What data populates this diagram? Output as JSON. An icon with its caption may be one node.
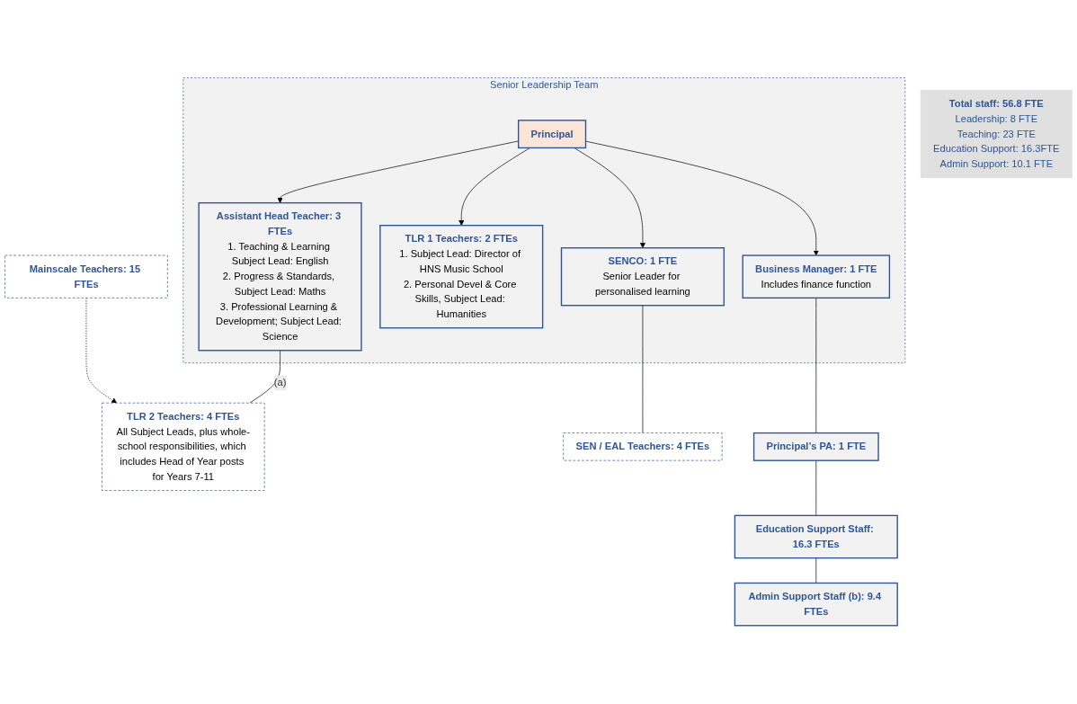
{
  "diagram": {
    "nodes": [
      {
        "text": [
          "Senior Leadership Team"
        ]
      },
      {
        "text": [
          "Principal"
        ],
        "in": 0
      },
      {
        "text": [
          "Assistant Head Teacher: 3 FTEs",
          "1. Teaching & Learning Subject Lead: English",
          "2. Progress & Standards, Subject Lead: Maths",
          "3. Professional Learning & Development; Subject Lead: Science"
        ],
        "in": 0
      },
      {
        "text": [
          "TLR 1 Teachers: 2 FTEs",
          "1. Subject Lead: Director of HNS Music School",
          "2. Personal Devel & Core Skills, Subject Lead: Humanities"
        ],
        "in": 0
      },
      {
        "text": [
          "SENCO: 1 FTE",
          "Senior Leader for personalised learning"
        ],
        "in": 0
      },
      {
        "text": [
          "Business Manager: 1 FTE",
          "Includes finance function"
        ],
        "in": 0
      },
      {
        "text": [
          "TLR 2 Teachers: 4 FTEs",
          "All Subject Leads, plus whole-school responsibilities, which includes Head of Year posts for Years 7-11"
        ]
      },
      {
        "text": [
          "Mainscale Teachers: 15 FTEs"
        ]
      },
      {
        "text": [
          "SEN / EAL Teachers: 4 FTEs"
        ]
      },
      {
        "text": [
          "Principal’s PA: 1 FTE"
        ]
      },
      {
        "text": [
          "Education Support Staff: 16.3 FTEs"
        ]
      },
      {
        "text": [
          "Admin Support Staff (b): 9.4 FTEs"
        ]
      },
      {
        "text": [
          "Total staff: 56.8 FTE",
          "Leadership: 8 FTE",
          "Teaching: 23 FTE",
          "Education Support: 16.3FTE",
          "Admin Support: 10.1 FTE"
        ]
      }
    ],
    "edges": [
      {
        "from": 1,
        "to": 2,
        "arrow": "to"
      },
      {
        "from": 1,
        "to": 3,
        "arrow": "to"
      },
      {
        "from": 1,
        "to": 4,
        "arrow": "to"
      },
      {
        "from": 1,
        "to": 5,
        "arrow": "to"
      },
      {
        "from": 2,
        "to": 6,
        "arrow": "none",
        "label": "(a)"
      },
      {
        "from": 7,
        "to": 6,
        "arrow": "to",
        "style": "dashed"
      },
      {
        "from": 4,
        "to": 8,
        "arrow": "none"
      },
      {
        "from": 5,
        "to": 9,
        "arrow": "none"
      },
      {
        "from": 9,
        "to": 10,
        "arrow": "none"
      },
      {
        "from": 10,
        "to": 11,
        "arrow": "none"
      }
    ]
  }
}
